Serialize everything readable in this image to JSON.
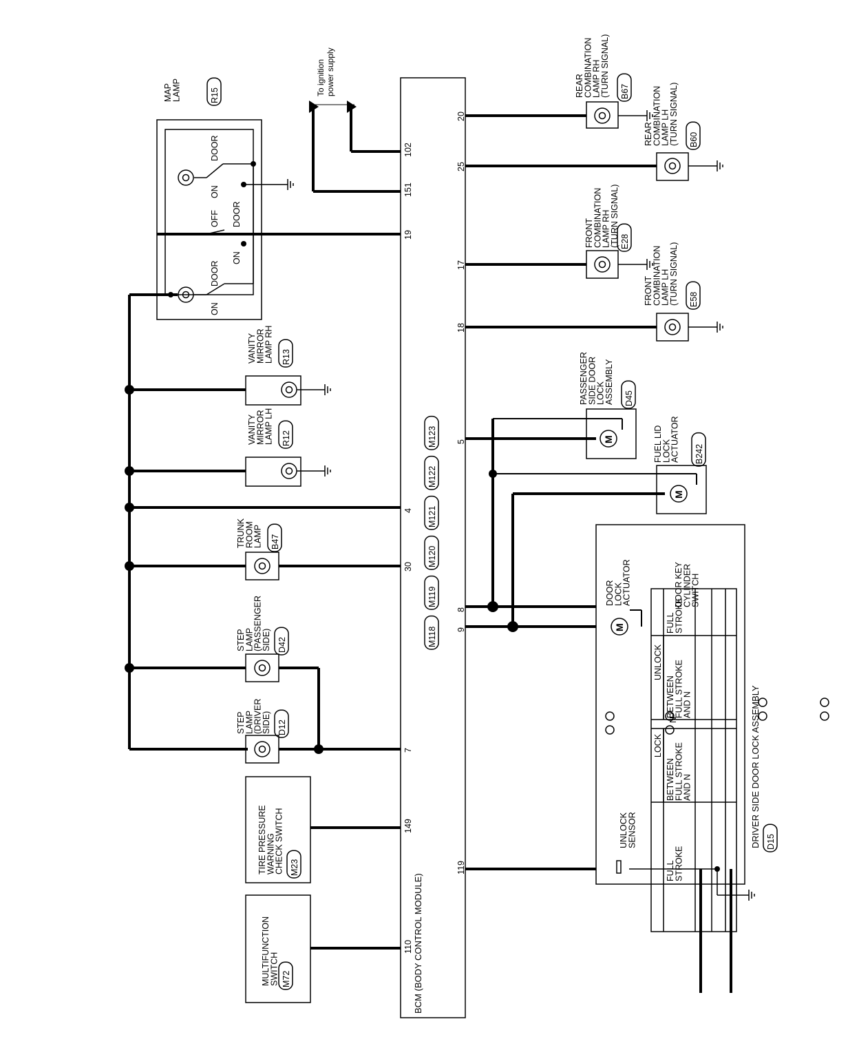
{
  "ign_label": [
    "To ignition",
    "power supply"
  ],
  "bcm": {
    "title": "BCM (BODY CONTROL MODULE)",
    "connectors": [
      "M118",
      "M119",
      "M120",
      "M121",
      "M122",
      "M123"
    ],
    "left_pins": [
      {
        "pin": "102"
      },
      {
        "pin": "151"
      },
      {
        "pin": "19"
      },
      {
        "pin": "4"
      },
      {
        "pin": "30"
      },
      {
        "pin": "7"
      },
      {
        "pin": "149"
      },
      {
        "pin": "110"
      }
    ],
    "right_pins": [
      {
        "pin": "20"
      },
      {
        "pin": "25"
      },
      {
        "pin": "17"
      },
      {
        "pin": "18"
      },
      {
        "pin": "5"
      },
      {
        "pin": "8"
      },
      {
        "pin": "9"
      },
      {
        "pin": "119"
      }
    ]
  },
  "components": [
    {
      "id": "map-lamp",
      "label": [
        "MAP",
        "LAMP"
      ],
      "connector": "R15",
      "switch_text": [
        "DOOR",
        "ON",
        "OFF",
        "DOOR",
        "ON",
        "DOOR",
        "ON"
      ]
    },
    {
      "id": "vanity-rh",
      "label": [
        "VANITY",
        "MIRROR",
        "LAMP RH"
      ],
      "connector": "R13"
    },
    {
      "id": "vanity-lh",
      "label": [
        "VANITY",
        "MIRROR",
        "LAMP LH"
      ],
      "connector": "R12"
    },
    {
      "id": "trunk-room-lamp",
      "label": [
        "TRUNK",
        "ROOM",
        "LAMP"
      ],
      "connector": "B47"
    },
    {
      "id": "step-lamp-passenger",
      "label": [
        "STEP",
        "LAMP",
        "(PASSENGER",
        "SIDE)"
      ],
      "connector": "D42"
    },
    {
      "id": "step-lamp-driver",
      "label": [
        "STEP",
        "LAMP",
        "(DRIVER",
        "SIDE)"
      ],
      "connector": "D12"
    },
    {
      "id": "tire-pressure-switch",
      "label": [
        "TIRE PRESSURE",
        "WARNING",
        "CHECK SWITCH"
      ],
      "connector": "M23"
    },
    {
      "id": "multifunction-switch",
      "label": [
        "MULTIFUNCTION",
        "SWITCH"
      ],
      "connector": "M72"
    },
    {
      "id": "rear-comb-rh",
      "label": [
        "REAR",
        "COMBINATION",
        "LAMP RH",
        "(TURN SIGNAL)"
      ],
      "connector": "B67"
    },
    {
      "id": "rear-comb-lh",
      "label": [
        "REAR",
        "COMBINATION",
        "LAMP LH",
        "(TURN SIGNAL)"
      ],
      "connector": "B60"
    },
    {
      "id": "front-comb-rh",
      "label": [
        "FRONT",
        "COMBINATION",
        "LAMP RH",
        "(TURN SIGNAL)"
      ],
      "connector": "E28"
    },
    {
      "id": "front-comb-lh",
      "label": [
        "FRONT",
        "COMBINATION",
        "LAMP LH",
        "(TURN SIGNAL)"
      ],
      "connector": "E58"
    },
    {
      "id": "passenger-door-lock",
      "label": [
        "PASSENGER",
        "SIDE DOOR",
        "LOCK",
        "ASSEMBLY"
      ],
      "connector": "D45"
    },
    {
      "id": "fuel-lid-actuator",
      "label": [
        "FUEL LID",
        "LOCK",
        "ACTUATOR"
      ],
      "connector": "B242"
    }
  ],
  "driver_door": {
    "title": "DRIVER SIDE DOOR LOCK ASSEMBLY",
    "connector": "D15",
    "actuator_label": [
      "DOOR",
      "LOCK",
      "ACTUATOR"
    ],
    "sensor_label": [
      "UNLOCK",
      "SENSOR"
    ],
    "switch_label": [
      "DOOR KEY",
      "CYLINDER",
      "SWITCH"
    ],
    "table": {
      "lock": "LOCK",
      "unlock": "UNLOCK",
      "n": "N",
      "cols": [
        [
          "FULL",
          "STROKE"
        ],
        [
          "BETWEEN",
          "FULL STROKE",
          "AND N"
        ],
        [
          "BETWEEN",
          "FULL STROKE",
          "AND N"
        ],
        [
          "FULL",
          "STROKE"
        ]
      ]
    }
  },
  "symbols": {
    "motor": "M"
  }
}
